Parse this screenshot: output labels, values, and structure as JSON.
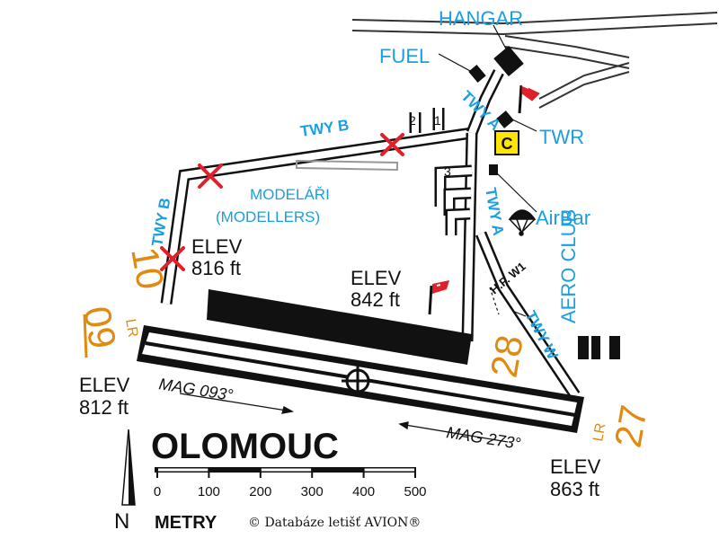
{
  "airport": {
    "name": "OLOMOUC",
    "copyright": "© Databáze letišť AVION®"
  },
  "labels": {
    "hangar": "HANGAR",
    "fuel": "FUEL",
    "twr": "TWR",
    "airbar": "AirBar",
    "c_marker": "C",
    "twy_a_top": "TWY A",
    "twy_a_right": "TWY A",
    "twy_b_top": "TWY B",
    "twy_b_left": "TWY B",
    "twy_w": "TWY W",
    "hp_w1": "H.P. W1",
    "aero_club": "AERO CLUB",
    "modellers_cz": "MODELÁŘI",
    "modellers_en": "(MODELLERS)",
    "stand_1": "1",
    "stand_2": "2",
    "stand_3": "3"
  },
  "elevations": {
    "elev_word": "ELEV",
    "grass_nw": "816 ft",
    "grass_ne": "842 ft",
    "thr_09": "812 ft",
    "thr_27": "863 ft"
  },
  "runways": {
    "rwy_10": "10",
    "rwy_28": "28",
    "rwy_09": "09",
    "rwy_27": "27",
    "lr_left": "LR",
    "lr_right": "LR",
    "mag_093": "MAG 093°",
    "mag_273": "MAG 273°"
  },
  "scale": {
    "ticks": [
      "0",
      "100",
      "200",
      "300",
      "400",
      "500"
    ],
    "unit": "METRY"
  },
  "north": "N",
  "colors": {
    "blue": "#1a9fe0",
    "orange": "#e08a12",
    "red": "#e0202a",
    "yellow": "#ffe600",
    "black": "#111111"
  }
}
